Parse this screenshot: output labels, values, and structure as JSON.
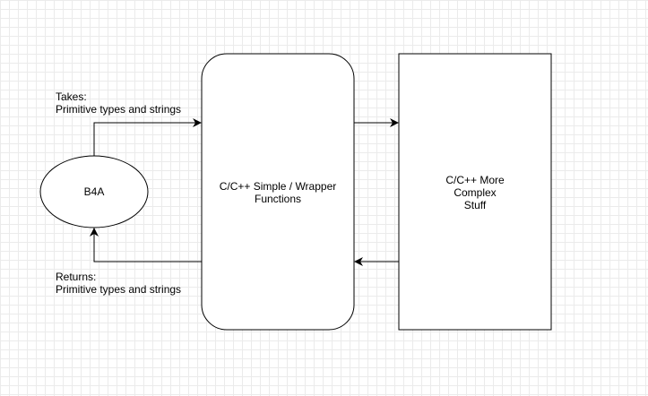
{
  "nodes": {
    "b4a": {
      "label": "B4A"
    },
    "wrapper": {
      "line1": "C/C++ Simple / Wrapper",
      "line2": "Functions"
    },
    "complex": {
      "line1": "C/C++ More",
      "line2": "Complex",
      "line3": "Stuff"
    }
  },
  "edges": {
    "takes": {
      "line1": "Takes:",
      "line2": "Primitive types and strings"
    },
    "returns": {
      "line1": "Returns:",
      "line2": "Primitive types and strings"
    }
  },
  "colors": {
    "stroke": "#000000",
    "grid": "#ebebeb",
    "fill": "#ffffff"
  }
}
